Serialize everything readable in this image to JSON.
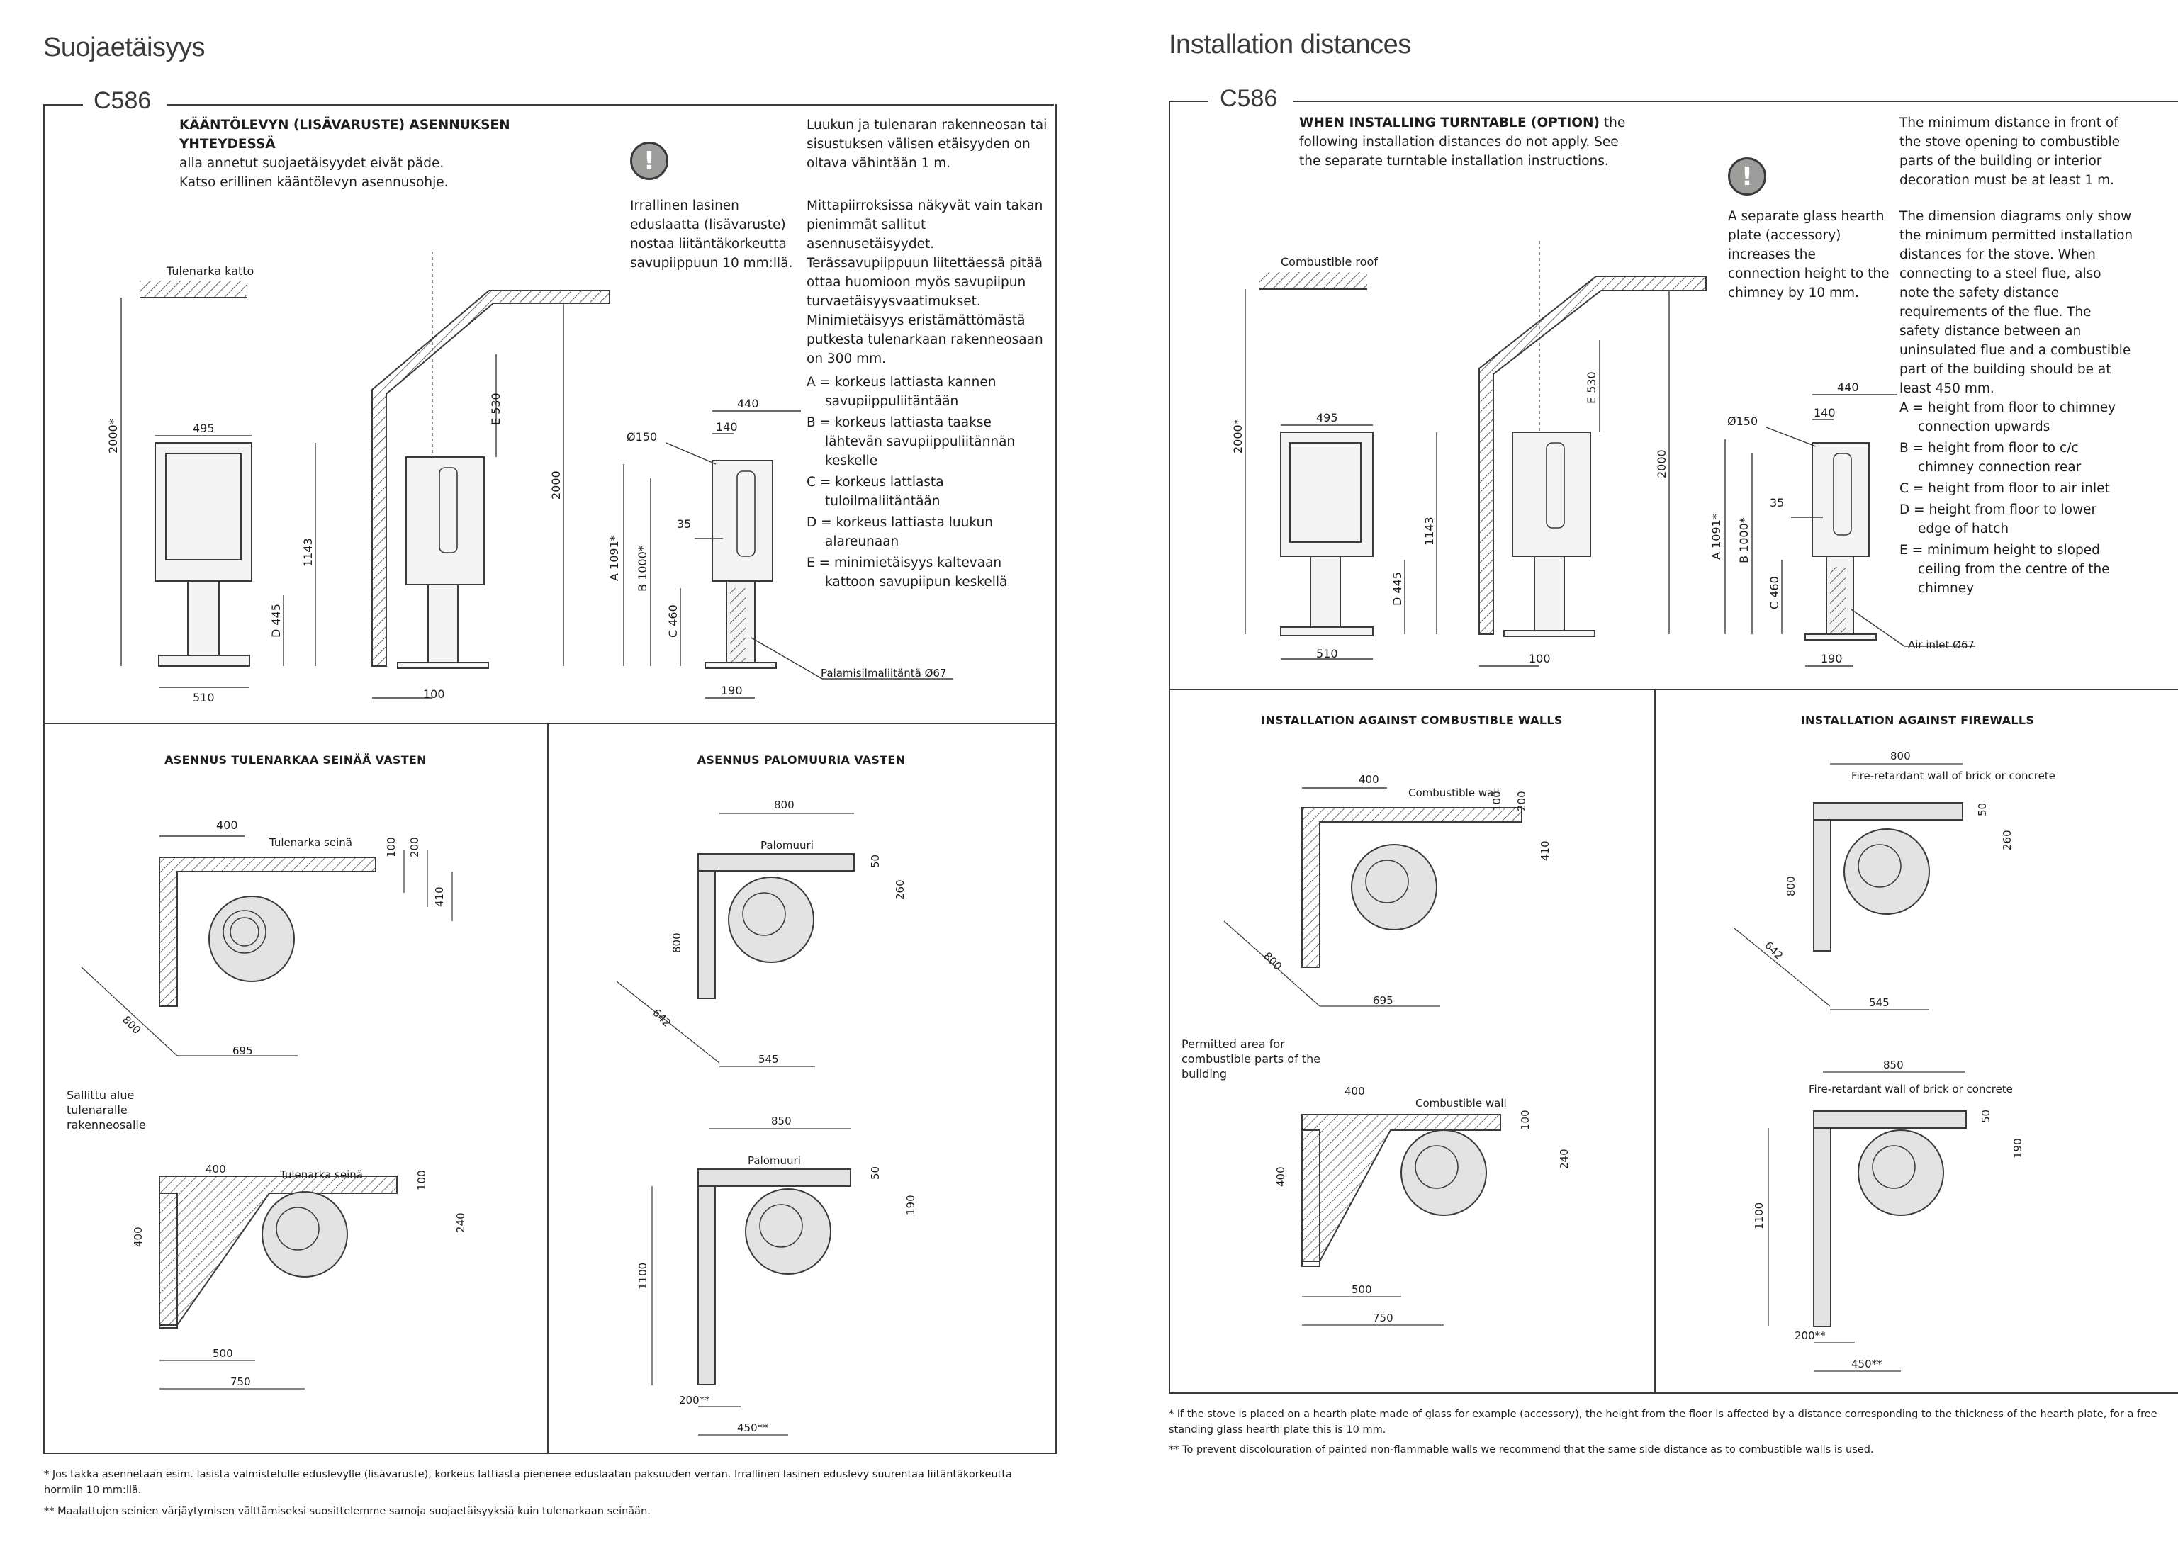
{
  "left": {
    "section_title": "Suojaetäisyys",
    "model": "C586",
    "intro_bold": "KÄÄNTÖLEVYN (LISÄVARUSTE) ASENNUKSEN YHTEYDESSÄ",
    "intro_rest": "alla annetut suojaetäisyydet eivät päde. Katso erillinen kääntölevyn asennusohje.",
    "warning_text": "Irrallinen lasinen eduslaatta (lisävaruste) nostaa liitäntäkorkeutta savupiippuun 10 mm:llä.",
    "para1": "Luukun ja tulenaran rakenneosan tai sisustuksen välisen etäisyyden on oltava vähintään 1 m.",
    "para2": "Mittapiirroksissa näkyvät vain takan pienimmät sallitut asennusetäisyydet. Terässavupiippuun liitettäessä pitää ottaa huomioon myös savupiipun turvaetäisyysvaatimukset. Minimietäisyys eristämättömästä putkesta tulenarkaan rakenneosaan on 300 mm.",
    "legend": [
      "A = korkeus lattiasta kannen savupiippuliitäntään",
      "B = korkeus lattiasta taakse lähtevän savupiippuliitännän keskelle",
      "C = korkeus lattiasta tuloilmaliitäntään",
      "D = korkeus lattiasta luukun alareunaan",
      "E = minimietäisyys kaltevaan kattoon savupiipun keskellä"
    ],
    "labels": {
      "ceiling": "Tulenarka katto",
      "air_inlet": "Palamisilmaliitäntä Ø67",
      "wall_section": "ASENNUS TULENARKAA SEINÄÄ VASTEN",
      "fire_section": "ASENNUS PALOMUURIA VASTEN",
      "combustible_wall": "Tulenarka seinä",
      "firewall": "Palomuuri",
      "permitted_area": "Sallittu alue tulenaralle rakenneosalle"
    },
    "footnotes": [
      "*   Jos takka asennetaan esim. lasista valmistetulle eduslevylle (lisävaruste), korkeus lattiasta pienenee eduslaatan paksuuden verran. Irrallinen lasinen eduslevy suurentaa liitäntäkorkeutta hormiin 10 mm:llä.",
      "**  Maalattujen seinien värjäytymisen välttämiseksi suosittelemme samoja suojaetäisyyksiä kuin tulenarkaan seinään."
    ]
  },
  "right": {
    "section_title": "Installation distances",
    "model": "C586",
    "intro_bold": "WHEN INSTALLING TURNTABLE (OPTION)",
    "intro_rest": " the following installation distances do not apply. See the separate turntable installation instructions.",
    "warning_text": "A separate glass hearth plate (accessory) increases the connection height to the chimney by 10 mm.",
    "para1": "The minimum distance in front of the stove opening to combustible parts of the building or interior decoration must be at least 1 m.",
    "para2": "The dimension diagrams only show the minimum permitted installation distances for the stove. When connecting to a steel flue, also note the safety distance requirements of the flue. The safety distance between an uninsulated flue and a combustible part of the building should be at least 450 mm.",
    "legend": [
      "A = height from floor to chimney connection upwards",
      "B = height from floor to c/c chimney connection rear",
      "C = height from floor to air inlet",
      "D = height from floor to lower edge of hatch",
      "E = minimum height to sloped ceiling from the centre of the chimney"
    ],
    "labels": {
      "ceiling": "Combustible roof",
      "air_inlet": "Air inlet Ø67",
      "wall_section": "INSTALLATION AGAINST COMBUSTIBLE WALLS",
      "fire_section": "INSTALLATION AGAINST FIREWALLS",
      "combustible_wall": "Combustible wall",
      "firewall": "Fire-retardant wall of brick or concrete",
      "permitted_area": "Permitted area for combustible parts of the building"
    },
    "footnotes": [
      "*   If the stove is placed on a hearth plate made of glass for example (accessory), the height from the floor is affected by a distance corresponding to the thickness of the hearth plate, for a free standing glass hearth plate this is 10 mm.",
      "**  To prevent discolouration of painted non-flammable walls we recommend that the same side distance as to combustible walls is used."
    ]
  },
  "dims": {
    "front_width": "495",
    "base_width": "510",
    "h_2000s": "2000*",
    "h_1143": "1143",
    "d445": "D 445",
    "e530": "E 530",
    "h2000": "2000",
    "d100": "100",
    "w440": "440",
    "w140": "140",
    "flue": "Ø150",
    "w35": "35",
    "a1091": "A 1091*",
    "b1000": "B 1000*",
    "c460": "C 460",
    "w190": "190",
    "c400": "400",
    "c100": "100",
    "c200": "200",
    "c410": "410",
    "c800": "800",
    "c695": "695",
    "f800": "800",
    "f50": "50",
    "f260": "260",
    "f642": "642",
    "f545": "545",
    "p400": "400",
    "p240": "240",
    "p500": "500",
    "p750": "750",
    "g850": "850",
    "g190": "190",
    "g1100": "1100",
    "g200": "200**",
    "g450": "450**"
  }
}
